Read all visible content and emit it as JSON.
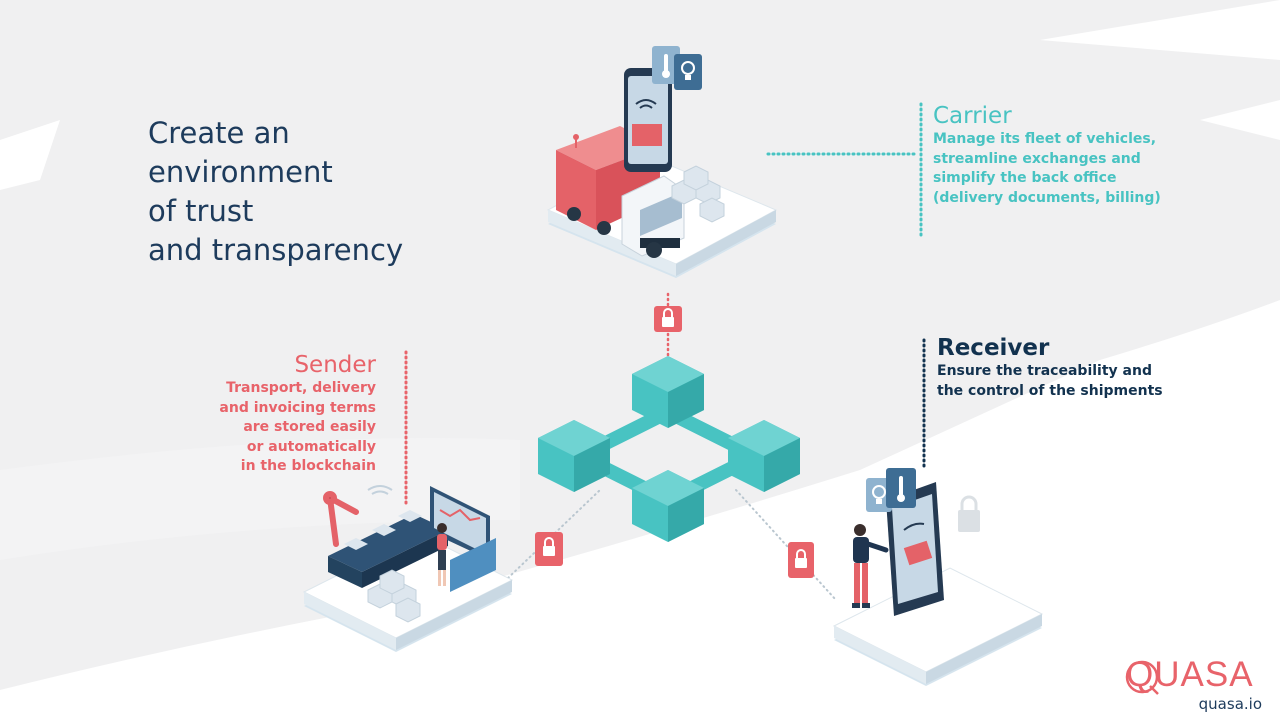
{
  "headline": {
    "lines": [
      "Create an",
      "environment",
      "of trust",
      "and transparency"
    ]
  },
  "carrier": {
    "title": "Carrier",
    "description": [
      "Manage its fleet of vehicles,",
      "streamline exchanges and",
      "simplify the back office",
      "(delivery documents, billing)"
    ]
  },
  "sender": {
    "title": "Sender",
    "description": [
      "Transport, delivery",
      "and invoicing terms",
      "are stored easily",
      "or automatically",
      "in the blockchain"
    ]
  },
  "receiver": {
    "title": "Receiver",
    "description": [
      "Ensure the traceability and",
      "the control of the shipments"
    ]
  },
  "logo": {
    "wordmark": "QUASA",
    "url": "quasa.io"
  },
  "colors": {
    "teal": "#48c3c2",
    "coral": "#e8636a",
    "navy": "#12324f",
    "slate": "#1d3b5c"
  },
  "icons": [
    "lock-icon",
    "truck-icon",
    "smartphone-icon",
    "thermometer-icon",
    "lightbulb-icon",
    "wifi-icon",
    "robot-arm-icon",
    "blockchain-icon",
    "person-icon"
  ]
}
